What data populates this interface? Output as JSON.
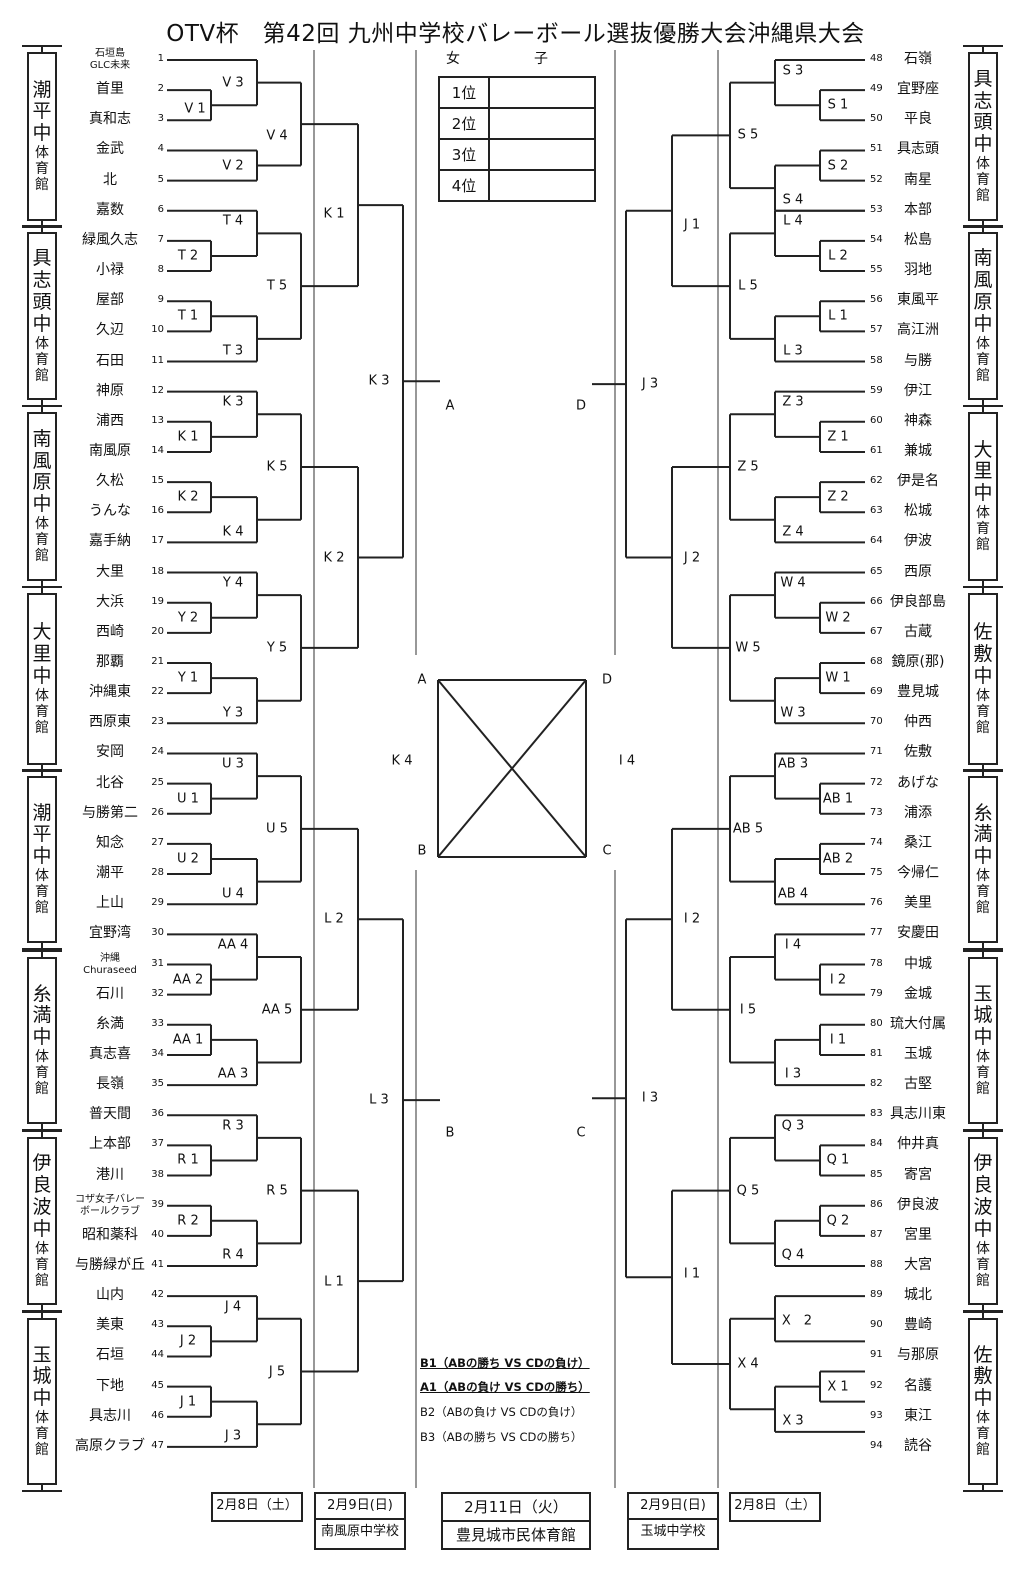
{
  "title": "OTV杯　第42回 九州中学校バレーボール選抜優勝大会沖縄県大会",
  "category": "女　子",
  "ranking": [
    {
      "label": "1位",
      "value": ""
    },
    {
      "label": "2位",
      "value": ""
    },
    {
      "label": "3位",
      "value": ""
    },
    {
      "label": "4位",
      "value": ""
    }
  ],
  "teams_left": [
    {
      "seed": "1",
      "name": "石垣島\nGLC未来",
      "small": true
    },
    {
      "seed": "2",
      "name": "首里"
    },
    {
      "seed": "3",
      "name": "真和志"
    },
    {
      "seed": "4",
      "name": "金武"
    },
    {
      "seed": "5",
      "name": "北"
    },
    {
      "seed": "6",
      "name": "嘉数"
    },
    {
      "seed": "7",
      "name": "緑風久志"
    },
    {
      "seed": "8",
      "name": "小禄"
    },
    {
      "seed": "9",
      "name": "屋部"
    },
    {
      "seed": "10",
      "name": "久辺"
    },
    {
      "seed": "11",
      "name": "石田"
    },
    {
      "seed": "12",
      "name": "神原"
    },
    {
      "seed": "13",
      "name": "浦西"
    },
    {
      "seed": "14",
      "name": "南風原"
    },
    {
      "seed": "15",
      "name": "久松"
    },
    {
      "seed": "16",
      "name": "うんな"
    },
    {
      "seed": "17",
      "name": "嘉手納"
    },
    {
      "seed": "18",
      "name": "大里"
    },
    {
      "seed": "19",
      "name": "大浜"
    },
    {
      "seed": "20",
      "name": "西崎"
    },
    {
      "seed": "21",
      "name": "那覇"
    },
    {
      "seed": "22",
      "name": "沖縄東"
    },
    {
      "seed": "23",
      "name": "西原東"
    },
    {
      "seed": "24",
      "name": "安岡"
    },
    {
      "seed": "25",
      "name": "北谷"
    },
    {
      "seed": "26",
      "name": "与勝第二"
    },
    {
      "seed": "27",
      "name": "知念"
    },
    {
      "seed": "28",
      "name": "潮平"
    },
    {
      "seed": "29",
      "name": "上山"
    },
    {
      "seed": "30",
      "name": "宜野湾"
    },
    {
      "seed": "31",
      "name": "沖縄\nChuraseed",
      "small": true
    },
    {
      "seed": "32",
      "name": "石川"
    },
    {
      "seed": "33",
      "name": "糸満"
    },
    {
      "seed": "34",
      "name": "真志喜"
    },
    {
      "seed": "35",
      "name": "長嶺"
    },
    {
      "seed": "36",
      "name": "普天間"
    },
    {
      "seed": "37",
      "name": "上本部"
    },
    {
      "seed": "38",
      "name": "港川"
    },
    {
      "seed": "39",
      "name": "コザ女子バレー\nボールクラブ",
      "small": true
    },
    {
      "seed": "40",
      "name": "昭和薬科"
    },
    {
      "seed": "41",
      "name": "与勝緑が丘"
    },
    {
      "seed": "42",
      "name": "山内"
    },
    {
      "seed": "43",
      "name": "美東"
    },
    {
      "seed": "44",
      "name": "石垣"
    },
    {
      "seed": "45",
      "name": "下地"
    },
    {
      "seed": "46",
      "name": "具志川"
    },
    {
      "seed": "47",
      "name": "高原クラブ"
    }
  ],
  "teams_right": [
    {
      "seed": "48",
      "name": "石嶺"
    },
    {
      "seed": "49",
      "name": "宜野座"
    },
    {
      "seed": "50",
      "name": "平良"
    },
    {
      "seed": "51",
      "name": "具志頭"
    },
    {
      "seed": "52",
      "name": "南星"
    },
    {
      "seed": "53",
      "name": "本部"
    },
    {
      "seed": "54",
      "name": "松島"
    },
    {
      "seed": "55",
      "name": "羽地"
    },
    {
      "seed": "56",
      "name": "東風平"
    },
    {
      "seed": "57",
      "name": "高江洲"
    },
    {
      "seed": "58",
      "name": "与勝"
    },
    {
      "seed": "59",
      "name": "伊江"
    },
    {
      "seed": "60",
      "name": "神森"
    },
    {
      "seed": "61",
      "name": "兼城"
    },
    {
      "seed": "62",
      "name": "伊是名"
    },
    {
      "seed": "63",
      "name": "松城"
    },
    {
      "seed": "64",
      "name": "伊波"
    },
    {
      "seed": "65",
      "name": "西原"
    },
    {
      "seed": "66",
      "name": "伊良部島"
    },
    {
      "seed": "67",
      "name": "古蔵"
    },
    {
      "seed": "68",
      "name": "鏡原(那)"
    },
    {
      "seed": "69",
      "name": "豊見城"
    },
    {
      "seed": "70",
      "name": "仲西"
    },
    {
      "seed": "71",
      "name": "佐敷"
    },
    {
      "seed": "72",
      "name": "あげな"
    },
    {
      "seed": "73",
      "name": "浦添"
    },
    {
      "seed": "74",
      "name": "桑江"
    },
    {
      "seed": "75",
      "name": "今帰仁"
    },
    {
      "seed": "76",
      "name": "美里"
    },
    {
      "seed": "77",
      "name": "安慶田"
    },
    {
      "seed": "78",
      "name": "中城"
    },
    {
      "seed": "79",
      "name": "金城"
    },
    {
      "seed": "80",
      "name": "琉大付属"
    },
    {
      "seed": "81",
      "name": "玉城"
    },
    {
      "seed": "82",
      "name": "古堅"
    },
    {
      "seed": "83",
      "name": "具志川東"
    },
    {
      "seed": "84",
      "name": "仲井真"
    },
    {
      "seed": "85",
      "name": "寄宮"
    },
    {
      "seed": "86",
      "name": "伊良波"
    },
    {
      "seed": "87",
      "name": "宮里"
    },
    {
      "seed": "88",
      "name": "大宮"
    },
    {
      "seed": "89",
      "name": "城北"
    },
    {
      "seed": "90",
      "name": "豊崎"
    },
    {
      "seed": "91",
      "name": "与那原"
    },
    {
      "seed": "92",
      "name": "名護"
    },
    {
      "seed": "93",
      "name": "東江"
    },
    {
      "seed": "94",
      "name": "読谷"
    }
  ],
  "venues_left": [
    {
      "name": "潮平中",
      "sub": "体育館"
    },
    {
      "name": "具志頭中",
      "sub": "体育館"
    },
    {
      "name": "南風原中",
      "sub": "体育館"
    },
    {
      "name": "大里中",
      "sub": "体育館"
    },
    {
      "name": "潮平中",
      "sub": "体育館"
    },
    {
      "name": "糸満中",
      "sub": "体育館"
    },
    {
      "name": "伊良波中",
      "sub": "体育館"
    },
    {
      "name": "玉城中",
      "sub": "体育館"
    }
  ],
  "venues_right": [
    {
      "name": "具志頭中",
      "sub": "体育館"
    },
    {
      "name": "南風原中",
      "sub": "体育館"
    },
    {
      "name": "大里中",
      "sub": "体育館"
    },
    {
      "name": "佐敷中",
      "sub": "体育館"
    },
    {
      "name": "糸満中",
      "sub": "体育館"
    },
    {
      "name": "玉城中",
      "sub": "体育館"
    },
    {
      "name": "伊良波中",
      "sub": "体育館"
    },
    {
      "name": "佐敷中",
      "sub": "体育館"
    }
  ],
  "groups_left": [
    {
      "r1": "V 1",
      "r2a": "V 3",
      "r2b": "V 2",
      "r3": "V 4",
      "shape": "5"
    },
    {
      "r1a": "T 2",
      "r1b": "T 1",
      "r2a": "T 4",
      "r2b": "T 3",
      "r3": "T 5",
      "shape": "6"
    },
    {
      "r1a": "K 1",
      "r1b": "K 2",
      "r2a": "K 3",
      "r2b": "K 4",
      "r3": "K 5",
      "shape": "6b"
    },
    {
      "r1a": "Y 2",
      "r1b": "Y 1",
      "r2a": "Y 4",
      "r2b": "Y 3",
      "r3": "Y 5",
      "shape": "6"
    },
    {
      "r1a": "U 1",
      "r1b": "U 2",
      "r2a": "U 3",
      "r2b": "U 4",
      "r3": "U 5",
      "shape": "6b"
    },
    {
      "r1a": "AA 2",
      "r1b": "AA 1",
      "r2a": "AA 4",
      "r2b": "AA 3",
      "r3": "AA 5",
      "shape": "6"
    },
    {
      "r1a": "R 1",
      "r1b": "R 2",
      "r2a": "R 3",
      "r2b": "R 4",
      "r3": "R 5",
      "shape": "6b"
    },
    {
      "r1a": "J 2",
      "r1b": "J 1",
      "r2a": "J 4",
      "r2b": "J 3",
      "r3": "J 5",
      "shape": "6"
    }
  ],
  "groups_right": [
    {
      "r1a": "S 1",
      "r1b": "S 2",
      "r2a": "S 3",
      "r2b": "S 4",
      "r3": "S 5",
      "shape": "6r"
    },
    {
      "r1a": "L 2",
      "r1b": "L 1",
      "r2a": "L 4",
      "r2b": "L 3",
      "r3": "L 5",
      "shape": "6"
    },
    {
      "r1a": "Z 1",
      "r1b": "Z 2",
      "r2a": "Z 3",
      "r2b": "Z 4",
      "r3": "Z 5",
      "shape": "6b"
    },
    {
      "r1a": "W 2",
      "r1b": "W 1",
      "r2a": "W 4",
      "r2b": "W 3",
      "r3": "W 5",
      "shape": "6"
    },
    {
      "r1a": "AB 1",
      "r1b": "AB 2",
      "r2a": "AB 3",
      "r2b": "AB 4",
      "r3": "AB 5",
      "shape": "6b"
    },
    {
      "r1a": "I 2",
      "r1b": "I 1",
      "r2a": "I 4",
      "r2b": "I 3",
      "r3": "I 5",
      "shape": "6"
    },
    {
      "r1a": "Q 1",
      "r1b": "Q 2",
      "r2a": "Q 3",
      "r2b": "Q 4",
      "r3": "Q 5",
      "shape": "6b"
    },
    {
      "r1": "X 1",
      "r2a": "X　2",
      "r2b": "X 3",
      "r3": "X 4",
      "shape": "5r"
    }
  ],
  "round2_left": [
    "K 1",
    "K 2",
    "L 2",
    "L 1"
  ],
  "round3_left": [
    "K 3",
    "L 3"
  ],
  "round2_right": [
    "J 1",
    "J 2",
    "I 2",
    "I 1"
  ],
  "round3_right": [
    "J 3",
    "I 3"
  ],
  "semifinal": {
    "left_label": "K 4",
    "right_label": "I 4",
    "corners": {
      "A": "A",
      "B": "B",
      "C": "C",
      "D": "D"
    },
    "feed_left_top": "A",
    "feed_left_bottom": "B",
    "feed_right_top": "D",
    "feed_right_bottom": "C"
  },
  "notes": [
    {
      "text": "B1（ABの勝ち VS CDの負け）",
      "emph": true
    },
    {
      "text": "A1（ABの負け VS CDの勝ち）",
      "emph": true
    },
    {
      "text": "B2（ABの負け VS CDの負け）",
      "emph": false
    },
    {
      "text": "B3（ABの勝ち VS CDの勝ち）",
      "emph": false
    }
  ],
  "dates": {
    "left_day1": "2月8日（土）",
    "left_day2": "2月9日(日)",
    "left_day2_venue": "南風原中学校",
    "final_day": "2月11日（火）",
    "final_venue": "豊見城市民体育館",
    "right_day2": "2月9日(日)",
    "right_day2_venue": "玉城中学校",
    "right_day1": "2月8日（土）"
  }
}
